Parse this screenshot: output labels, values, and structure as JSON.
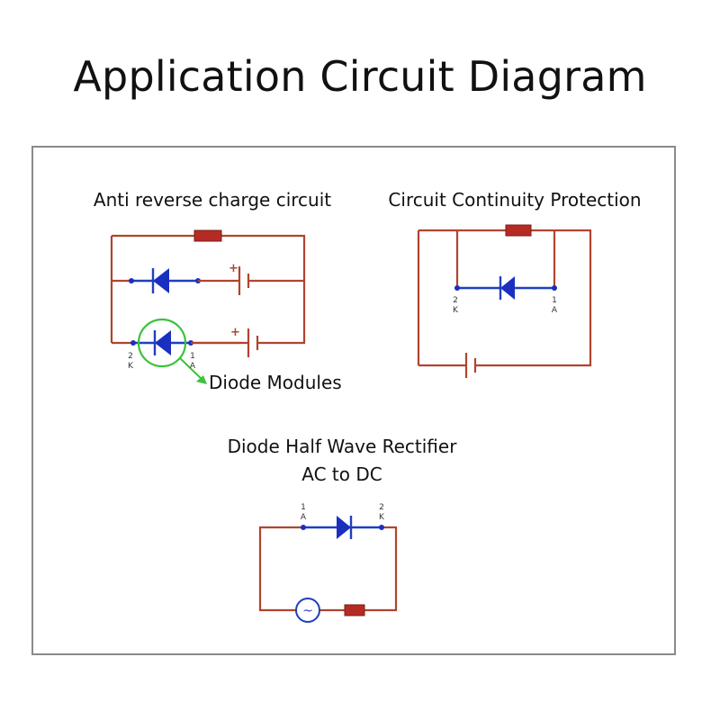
{
  "title": "Application Circuit Diagram",
  "circuits": {
    "anti_reverse": {
      "label": "Anti reverse charge circuit",
      "callout": "Diode Modules",
      "pin_left": "2\nK",
      "pin_right": "1\nA",
      "plus": "+"
    },
    "continuity": {
      "label": "Circuit Continuity Protection",
      "pin_left": "2\nK",
      "pin_right": "1\nA"
    },
    "rectifier": {
      "label_line1": "Diode Half Wave Rectifier",
      "label_line2": "AC to DC",
      "pin_left": "1\nA",
      "pin_right": "2\nK",
      "source_symbol": "~"
    }
  },
  "colors": {
    "wire": "#b0442f",
    "diode": "#1a2fc0",
    "resistor": "#b52b23",
    "callout": "#3cc23c",
    "frame": "#8a8a8a"
  }
}
